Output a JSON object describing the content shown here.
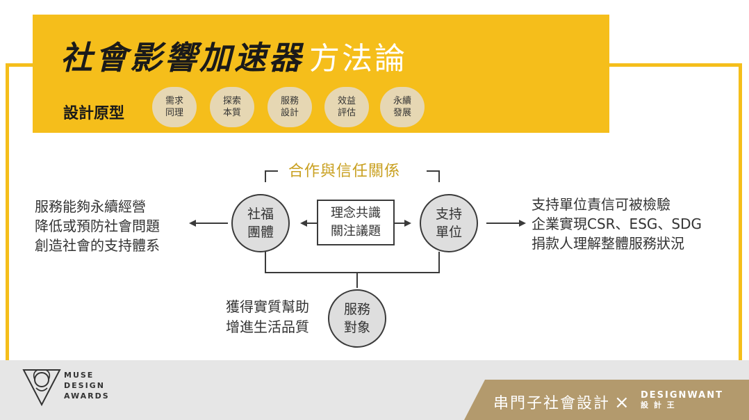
{
  "header": {
    "title_bold": "社會影響加速器",
    "title_light": "方法論",
    "proto_label": "設計原型",
    "pills": [
      "需求\n同理",
      "探索\n本質",
      "服務\n設計",
      "效益\n評估",
      "永續\n發展"
    ]
  },
  "diagram": {
    "coop_title": "合作與信任關係",
    "left_text": "服務能夠永續經營\n降低或預防社會問題\n創造社會的支持體系",
    "right_text": "支持單位責信可被檢驗\n企業實現CSR、ESG、SDG\n捐款人理解整體服務狀況",
    "bottom_text": "獲得實質幫助\n增進生活品質",
    "circle_left": "社福\n團體",
    "circle_right": "支持\n單位",
    "circle_bottom": "服務\n對象",
    "center_box": "理念共識\n關注議題"
  },
  "footer": {
    "muse_text": "MUSE\nDESIGN\nAWARDS",
    "brand_text": "串門子社會設計",
    "dw_top": "DESIGNWANT",
    "dw_bottom": "設 計 王",
    "cross": "×"
  },
  "colors": {
    "accent": "#f5be1b",
    "gold_text": "#c9a020",
    "circle_fill": "#dedede",
    "footer_band": "#b39a6d"
  }
}
